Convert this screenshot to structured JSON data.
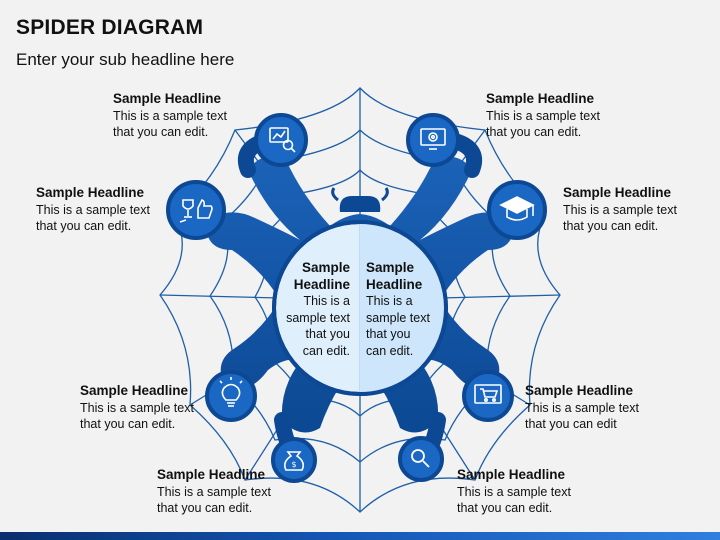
{
  "title": "SPIDER DIAGRAM",
  "subtitle": "Enter your sub headline here",
  "center": {
    "left": {
      "headline_1": "Sample",
      "headline_2": "Headline",
      "text": [
        "This is a",
        "sample text",
        "that you",
        "can edit."
      ]
    },
    "right": {
      "headline_1": "Sample",
      "headline_2": "Headline",
      "text": [
        "This is a",
        "sample text",
        "that you",
        "can edit."
      ]
    }
  },
  "nodes": [
    {
      "id": "top-left",
      "headline": "Sample Headline",
      "line1": "This is a sample text",
      "line2": "that you can edit.",
      "icon": "chart-magnifier-icon"
    },
    {
      "id": "upper-left",
      "headline": "Sample Headline",
      "line1": "This is a sample text",
      "line2": "that you can edit.",
      "icon": "trophy-thumbs-up-icon"
    },
    {
      "id": "lower-left",
      "headline": "Sample Headline",
      "line1": "This is a sample text",
      "line2": "that you can edit.",
      "icon": "lightbulb-icon"
    },
    {
      "id": "bottom-left",
      "headline": "Sample Headline",
      "line1": "This is a sample text",
      "line2": "that you can edit.",
      "icon": "money-bag-icon"
    },
    {
      "id": "top-right",
      "headline": "Sample Headline",
      "line1": "This is a sample text",
      "line2": "that you can edit.",
      "icon": "monitor-gear-icon"
    },
    {
      "id": "upper-right",
      "headline": "Sample Headline",
      "line1": "This is a sample text",
      "line2": "that you can edit.",
      "icon": "graduation-cap-icon"
    },
    {
      "id": "lower-right",
      "headline": "Sample Headline",
      "line1": "This is a sample text",
      "line2": "that you can edit",
      "icon": "shopping-cart-monitor-icon"
    },
    {
      "id": "bottom-right",
      "headline": "Sample Headline",
      "line1": "This is a sample text",
      "line2": "that you can edit.",
      "icon": "search-icon"
    }
  ],
  "colors": {
    "dark_blue": "#0e4f9c",
    "mid_blue": "#1a64c0",
    "light_blue": "#cfe6fa",
    "web_line": "#1f5fa8"
  }
}
